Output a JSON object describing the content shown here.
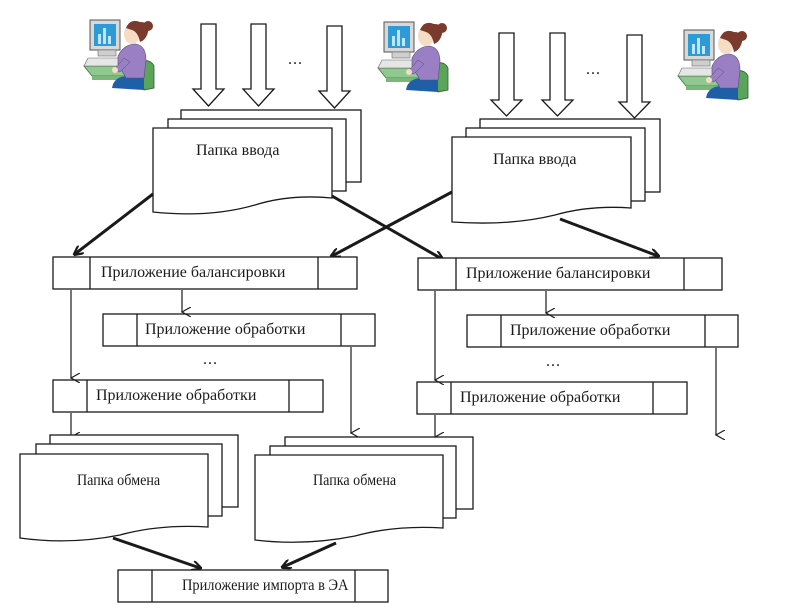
{
  "diagram": {
    "clusters": [
      {
        "input_folder": {
          "label": "Папка ввода"
        },
        "balancer": {
          "label": "Приложение балансировки"
        },
        "processors": [
          {
            "label": "Приложение обработки"
          },
          {
            "label": "Приложение обработки"
          }
        ],
        "processors_ellipsis": "...",
        "exchange_folder": {
          "label": "Папка обмена"
        },
        "input_arrows_ellipsis": "..."
      },
      {
        "input_folder": {
          "label": "Папка ввода"
        },
        "balancer": {
          "label": "Приложение балансировки"
        },
        "processors": [
          {
            "label": "Приложение обработки"
          },
          {
            "label": "Приложение обработки"
          }
        ],
        "processors_ellipsis": "...",
        "exchange_folder": {
          "label": "Папка обмена"
        },
        "input_arrows_ellipsis": "..."
      }
    ],
    "importer": {
      "label": "Приложение импорта в ЭА"
    },
    "users": [
      {
        "icon": "user-at-computer-icon"
      },
      {
        "icon": "user-at-computer-icon"
      },
      {
        "icon": "user-at-computer-icon"
      }
    ],
    "colors": {
      "stroke": "#1a1a1a",
      "monitor_screen": "#2e9bd6",
      "desk": "#8fc98f",
      "sweater": "#9b7fc4",
      "hair": "#7a3b2e",
      "chair": "#5aa55a",
      "pants": "#1f5fa8",
      "skin": "#f6dcc4"
    }
  }
}
